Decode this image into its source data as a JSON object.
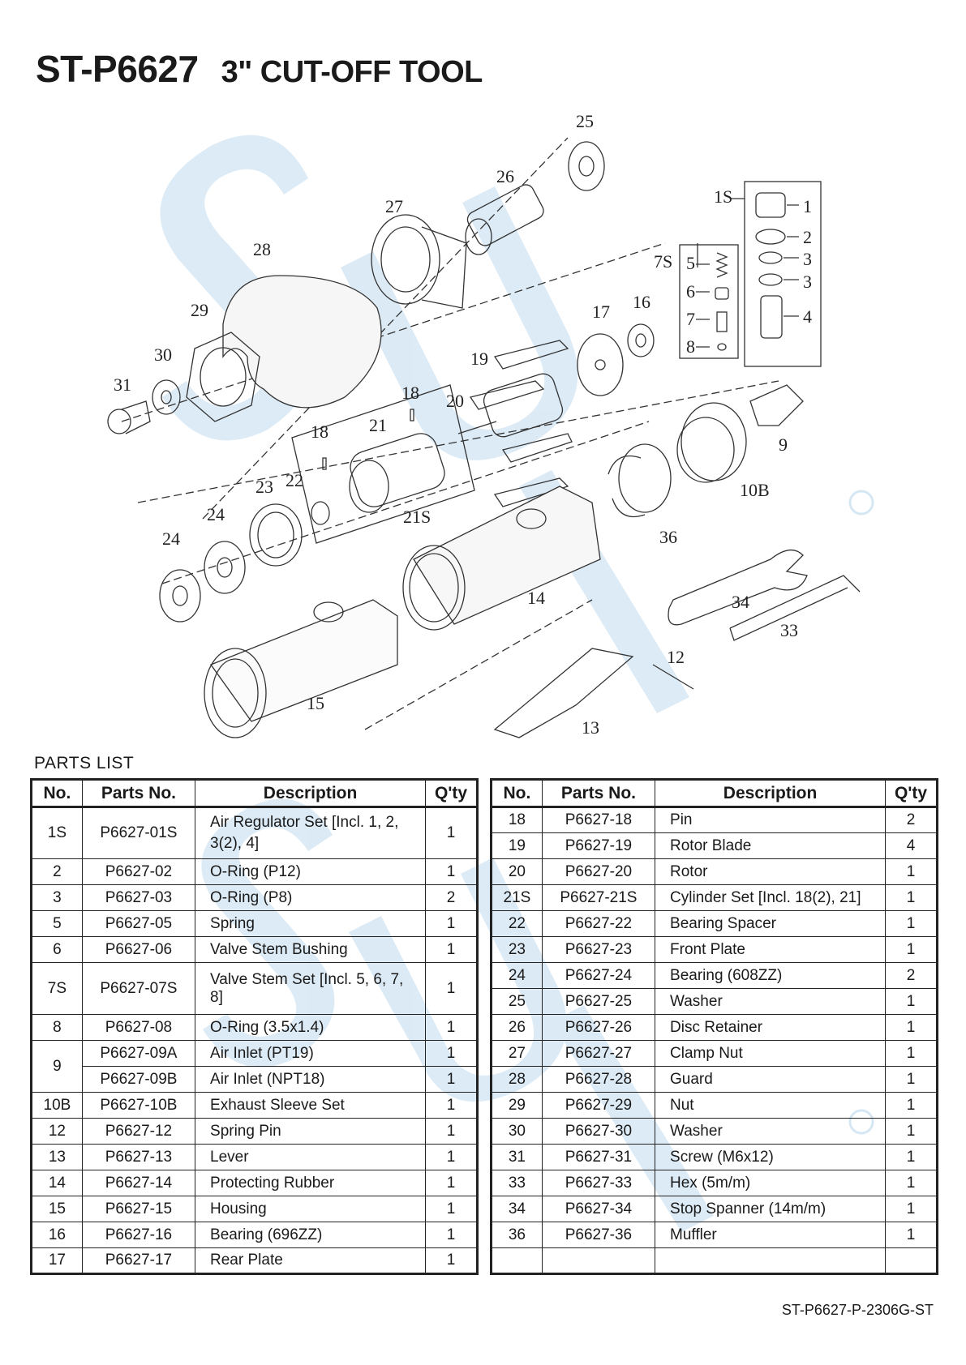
{
  "header": {
    "model": "ST-P6627",
    "name": "3\" CUT-OFF TOOL"
  },
  "diagram": {
    "callouts": [
      "25",
      "26",
      "27",
      "28",
      "29",
      "30",
      "31",
      "1S",
      "1",
      "2",
      "3",
      "3",
      "4",
      "7S",
      "5",
      "6",
      "7",
      "8",
      "16",
      "17",
      "19",
      "18",
      "18",
      "20",
      "21",
      "21S",
      "22",
      "23",
      "24",
      "24",
      "9",
      "10B",
      "36",
      "14",
      "34",
      "33",
      "12",
      "13",
      "15"
    ]
  },
  "parts_list": {
    "title": "PARTS LIST",
    "headers": {
      "no": "No.",
      "part": "Parts No.",
      "desc": "Description",
      "qty": "Q'ty"
    },
    "left": [
      {
        "no": "1S",
        "part": "P6627-01S",
        "desc": "Air Regulator Set [Incl. 1, 2, 3(2), 4]",
        "qty": "1"
      },
      {
        "no": "2",
        "part": "P6627-02",
        "desc": "O-Ring (P12)",
        "qty": "1"
      },
      {
        "no": "3",
        "part": "P6627-03",
        "desc": "O-Ring (P8)",
        "qty": "2"
      },
      {
        "no": "5",
        "part": "P6627-05",
        "desc": "Spring",
        "qty": "1"
      },
      {
        "no": "6",
        "part": "P6627-06",
        "desc": "Valve Stem Bushing",
        "qty": "1"
      },
      {
        "no": "7S",
        "part": "P6627-07S",
        "desc": "Valve Stem Set [Incl. 5, 6, 7, 8]",
        "qty": "1"
      },
      {
        "no": "8",
        "part": "P6627-08",
        "desc": "O-Ring (3.5x1.4)",
        "qty": "1"
      },
      {
        "no": "9",
        "part": "P6627-09A",
        "desc": "Air Inlet (PT19)",
        "qty": "1"
      },
      {
        "no": "",
        "part": "P6627-09B",
        "desc": "Air Inlet (NPT18)",
        "qty": "1"
      },
      {
        "no": "10B",
        "part": "P6627-10B",
        "desc": "Exhaust Sleeve Set",
        "qty": "1"
      },
      {
        "no": "12",
        "part": "P6627-12",
        "desc": "Spring Pin",
        "qty": "1"
      },
      {
        "no": "13",
        "part": "P6627-13",
        "desc": "Lever",
        "qty": "1"
      },
      {
        "no": "14",
        "part": "P6627-14",
        "desc": "Protecting Rubber",
        "qty": "1"
      },
      {
        "no": "15",
        "part": "P6627-15",
        "desc": "Housing",
        "qty": "1"
      },
      {
        "no": "16",
        "part": "P6627-16",
        "desc": "Bearing (696ZZ)",
        "qty": "1"
      },
      {
        "no": "17",
        "part": "P6627-17",
        "desc": "Rear Plate",
        "qty": "1"
      }
    ],
    "right": [
      {
        "no": "18",
        "part": "P6627-18",
        "desc": "Pin",
        "qty": "2"
      },
      {
        "no": "19",
        "part": "P6627-19",
        "desc": "Rotor Blade",
        "qty": "4"
      },
      {
        "no": "20",
        "part": "P6627-20",
        "desc": "Rotor",
        "qty": "1"
      },
      {
        "no": "21S",
        "part": "P6627-21S",
        "desc": "Cylinder Set [Incl. 18(2), 21]",
        "qty": "1"
      },
      {
        "no": "22",
        "part": "P6627-22",
        "desc": "Bearing Spacer",
        "qty": "1"
      },
      {
        "no": "23",
        "part": "P6627-23",
        "desc": "Front Plate",
        "qty": "1"
      },
      {
        "no": "24",
        "part": "P6627-24",
        "desc": "Bearing (608ZZ)",
        "qty": "2"
      },
      {
        "no": "25",
        "part": "P6627-25",
        "desc": "Washer",
        "qty": "1"
      },
      {
        "no": "26",
        "part": "P6627-26",
        "desc": "Disc Retainer",
        "qty": "1"
      },
      {
        "no": "27",
        "part": "P6627-27",
        "desc": "Clamp Nut",
        "qty": "1"
      },
      {
        "no": "28",
        "part": "P6627-28",
        "desc": "Guard",
        "qty": "1"
      },
      {
        "no": "29",
        "part": "P6627-29",
        "desc": "Nut",
        "qty": "1"
      },
      {
        "no": "30",
        "part": "P6627-30",
        "desc": "Washer",
        "qty": "1"
      },
      {
        "no": "31",
        "part": "P6627-31",
        "desc": "Screw (M6x12)",
        "qty": "1"
      },
      {
        "no": "33",
        "part": "P6627-33",
        "desc": "Hex (5m/m)",
        "qty": "1"
      },
      {
        "no": "34",
        "part": "P6627-34",
        "desc": "Stop Spanner (14m/m)",
        "qty": "1"
      },
      {
        "no": "36",
        "part": "P6627-36",
        "desc": "Muffler",
        "qty": "1"
      }
    ]
  },
  "footer": {
    "doc_ref": "ST-P6627-P-2306G-ST"
  },
  "colors": {
    "watermark": "#cfe3f2",
    "line": "#222222"
  }
}
